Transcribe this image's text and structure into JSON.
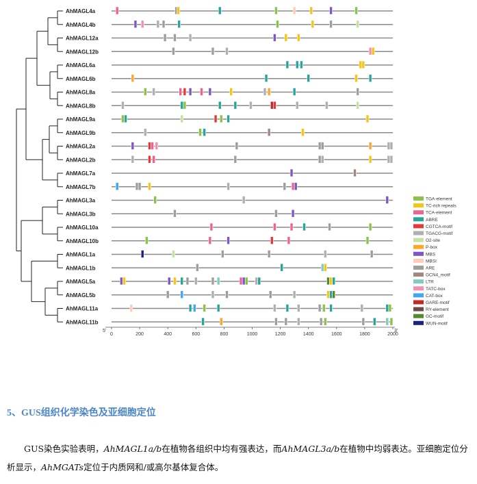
{
  "figure": {
    "genes": [
      "AhMAGL4a",
      "AhMAGL4b",
      "AhMAGL12a",
      "AhMAGL12b",
      "AhMAGL6a",
      "AhMAGL6b",
      "AhMAGL8a",
      "AhMAGL8b",
      "AhMAGL9a",
      "AhMAGL9b",
      "AhMAGL2a",
      "AhMAGL2b",
      "AhMAGL7a",
      "AhMAGL7b",
      "AhMAGL3a",
      "AhMAGL3b",
      "AhMAGL10a",
      "AhMAGL10b",
      "AhMAGL1a",
      "AhMAGL1b",
      "AhMAGL5a",
      "AhMAGL5b",
      "AhMAGL11a",
      "AhMAGL11b"
    ],
    "axis": {
      "start_label": "5'",
      "end_label": "3'",
      "min": 0,
      "max": 2000,
      "ticks": [
        "0",
        "200",
        "400",
        "600",
        "800",
        "1000",
        "1200",
        "1400",
        "1600",
        "1800",
        "2000"
      ]
    },
    "legend": [
      {
        "name": "TGA-element",
        "color": "#8bc34a"
      },
      {
        "name": "TC-rich repeats",
        "color": "#f5c518"
      },
      {
        "name": "TCA-element",
        "color": "#f06292"
      },
      {
        "name": "ABRE",
        "color": "#26a69a"
      },
      {
        "name": "CGTCA-motif",
        "color": "#e53935"
      },
      {
        "name": "TGACG-motif",
        "color": "#b0b0b0"
      },
      {
        "name": "O2-site",
        "color": "#c5e1a5"
      },
      {
        "name": "P-box",
        "color": "#ffa726"
      },
      {
        "name": "MBS",
        "color": "#7e57c2"
      },
      {
        "name": "MBSI",
        "color": "#ffccbc"
      },
      {
        "name": "ARE",
        "color": "#9e9e9e"
      },
      {
        "name": "GCN4_motif",
        "color": "#a1887f"
      },
      {
        "name": "LTR",
        "color": "#80cbc4"
      },
      {
        "name": "TATC-box",
        "color": "#f48fb1"
      },
      {
        "name": "CAT-box",
        "color": "#42a5f5"
      },
      {
        "name": "GARE-motif",
        "color": "#c62828"
      },
      {
        "name": "RY-element",
        "color": "#6d4c41"
      },
      {
        "name": "GC-motif",
        "color": "#558b2f"
      },
      {
        "name": "WUN-motif",
        "color": "#1a237e"
      }
    ],
    "elements": [
      [
        [
          40,
          2
        ],
        [
          460,
          10
        ],
        [
          475,
          1
        ],
        [
          770,
          3
        ],
        [
          1170,
          0
        ],
        [
          1300,
          9
        ],
        [
          1420,
          1
        ],
        [
          1560,
          8
        ],
        [
          1740,
          0
        ]
      ],
      [
        [
          170,
          8
        ],
        [
          220,
          13
        ],
        [
          330,
          5
        ],
        [
          370,
          10
        ],
        [
          480,
          3
        ],
        [
          1180,
          0
        ],
        [
          1430,
          1
        ],
        [
          1560,
          10
        ],
        [
          1750,
          6
        ]
      ],
      [
        [
          380,
          10
        ],
        [
          450,
          10
        ],
        [
          560,
          5
        ],
        [
          1160,
          8
        ],
        [
          1240,
          1
        ],
        [
          1330,
          1
        ]
      ],
      [
        [
          440,
          10
        ],
        [
          720,
          10
        ],
        [
          820,
          5
        ],
        [
          1840,
          13
        ],
        [
          1860,
          1
        ]
      ],
      [
        [
          1250,
          3
        ],
        [
          1320,
          3
        ],
        [
          1350,
          3
        ],
        [
          1770,
          1
        ],
        [
          1790,
          1
        ]
      ],
      [
        [
          150,
          7
        ],
        [
          1100,
          3
        ],
        [
          1400,
          3
        ],
        [
          1740,
          1
        ],
        [
          1840,
          3
        ]
      ],
      [
        [
          240,
          0
        ],
        [
          300,
          5
        ],
        [
          490,
          2
        ],
        [
          520,
          4
        ],
        [
          560,
          8
        ],
        [
          640,
          2
        ],
        [
          700,
          8
        ],
        [
          850,
          1
        ],
        [
          1090,
          5
        ],
        [
          1120,
          7
        ],
        [
          1300,
          3
        ],
        [
          1750,
          10
        ]
      ],
      [
        [
          80,
          5
        ],
        [
          500,
          3
        ],
        [
          520,
          0
        ],
        [
          770,
          3
        ],
        [
          880,
          3
        ],
        [
          990,
          5
        ],
        [
          1140,
          15
        ],
        [
          1160,
          4
        ],
        [
          1320,
          5
        ],
        [
          1530,
          5
        ],
        [
          1750,
          6
        ]
      ],
      [
        [
          80,
          0
        ],
        [
          100,
          3
        ],
        [
          500,
          6
        ],
        [
          740,
          4
        ],
        [
          780,
          0
        ],
        [
          830,
          3
        ],
        [
          1820,
          1
        ]
      ],
      [
        [
          240,
          5
        ],
        [
          630,
          0
        ],
        [
          660,
          3
        ],
        [
          1120,
          11
        ],
        [
          1360,
          1
        ]
      ],
      [
        [
          150,
          8
        ],
        [
          270,
          4
        ],
        [
          290,
          2
        ],
        [
          320,
          13
        ],
        [
          890,
          10
        ],
        [
          1480,
          10
        ],
        [
          1500,
          10
        ],
        [
          1840,
          7
        ],
        [
          1970,
          5
        ],
        [
          1990,
          5
        ]
      ],
      [
        [
          150,
          5
        ],
        [
          270,
          4
        ],
        [
          300,
          2
        ],
        [
          880,
          10
        ],
        [
          1480,
          10
        ],
        [
          1500,
          5
        ],
        [
          1840,
          1
        ],
        [
          1970,
          5
        ],
        [
          1990,
          5
        ]
      ],
      [
        [
          1280,
          8
        ],
        [
          1730,
          11
        ]
      ],
      [
        [
          40,
          14
        ],
        [
          180,
          10
        ],
        [
          200,
          10
        ],
        [
          270,
          1
        ],
        [
          830,
          5
        ],
        [
          1230,
          10
        ],
        [
          1290,
          2
        ],
        [
          1310,
          8
        ]
      ],
      [
        [
          310,
          0
        ],
        [
          940,
          5
        ],
        [
          1960,
          8
        ]
      ],
      [
        [
          450,
          10
        ],
        [
          1170,
          10
        ],
        [
          1290,
          8
        ]
      ],
      [
        [
          710,
          2
        ],
        [
          1160,
          2
        ],
        [
          1280,
          2
        ],
        [
          1370,
          3
        ],
        [
          1550,
          10
        ],
        [
          1840,
          0
        ]
      ],
      [
        [
          250,
          0
        ],
        [
          700,
          2
        ],
        [
          830,
          8
        ],
        [
          1140,
          4
        ],
        [
          1260,
          2
        ],
        [
          1820,
          0
        ]
      ],
      [
        [
          220,
          18
        ],
        [
          440,
          6
        ],
        [
          790,
          10
        ],
        [
          1120,
          10
        ],
        [
          1520,
          5
        ],
        [
          1850,
          10
        ]
      ],
      [
        [
          610,
          10
        ],
        [
          1210,
          3
        ],
        [
          1500,
          12
        ],
        [
          1520,
          1
        ]
      ],
      [
        [
          70,
          8
        ],
        [
          90,
          1
        ],
        [
          410,
          8
        ],
        [
          450,
          1
        ],
        [
          500,
          3
        ],
        [
          540,
          10
        ],
        [
          600,
          5
        ],
        [
          720,
          10
        ],
        [
          760,
          12
        ],
        [
          920,
          2
        ],
        [
          940,
          8
        ],
        [
          960,
          0
        ],
        [
          1030,
          5
        ],
        [
          1050,
          3
        ],
        [
          1540,
          17
        ],
        [
          1560,
          1
        ],
        [
          1580,
          3
        ]
      ],
      [
        [
          400,
          10
        ],
        [
          500,
          14
        ],
        [
          720,
          5
        ],
        [
          820,
          10
        ],
        [
          1130,
          10
        ],
        [
          1300,
          5
        ],
        [
          1540,
          1
        ],
        [
          1560,
          3
        ],
        [
          1580,
          17
        ]
      ],
      [
        [
          140,
          9
        ],
        [
          560,
          3
        ],
        [
          590,
          14
        ],
        [
          660,
          0
        ],
        [
          760,
          3
        ],
        [
          1160,
          5
        ],
        [
          1250,
          3
        ],
        [
          1330,
          5
        ],
        [
          1480,
          10
        ],
        [
          1510,
          0
        ],
        [
          1560,
          3
        ],
        [
          1780,
          5
        ],
        [
          1960,
          3
        ],
        [
          1980,
          0
        ]
      ],
      [
        [
          650,
          3
        ],
        [
          780,
          7
        ],
        [
          1170,
          10
        ],
        [
          1240,
          10
        ],
        [
          1330,
          5
        ],
        [
          1490,
          10
        ],
        [
          1520,
          0
        ],
        [
          1790,
          10
        ],
        [
          1870,
          3
        ],
        [
          1960,
          12
        ],
        [
          1990,
          0
        ]
      ]
    ]
  },
  "section": {
    "heading": "5、GUS组织化学染色及亚细胞定位"
  },
  "paragraph": {
    "p1": "GUS染色实验表明，",
    "g1": "AhMAGL1a/b",
    "p2": "在植物各组织中均有强表达，而",
    "g2": "AhMAGL3a/b",
    "p3": "在植物中均弱表达。亚细胞定位分析显示，",
    "g3": "AhMGATs",
    "p4": "定位于内质网和/或高尔基体复合体。"
  }
}
